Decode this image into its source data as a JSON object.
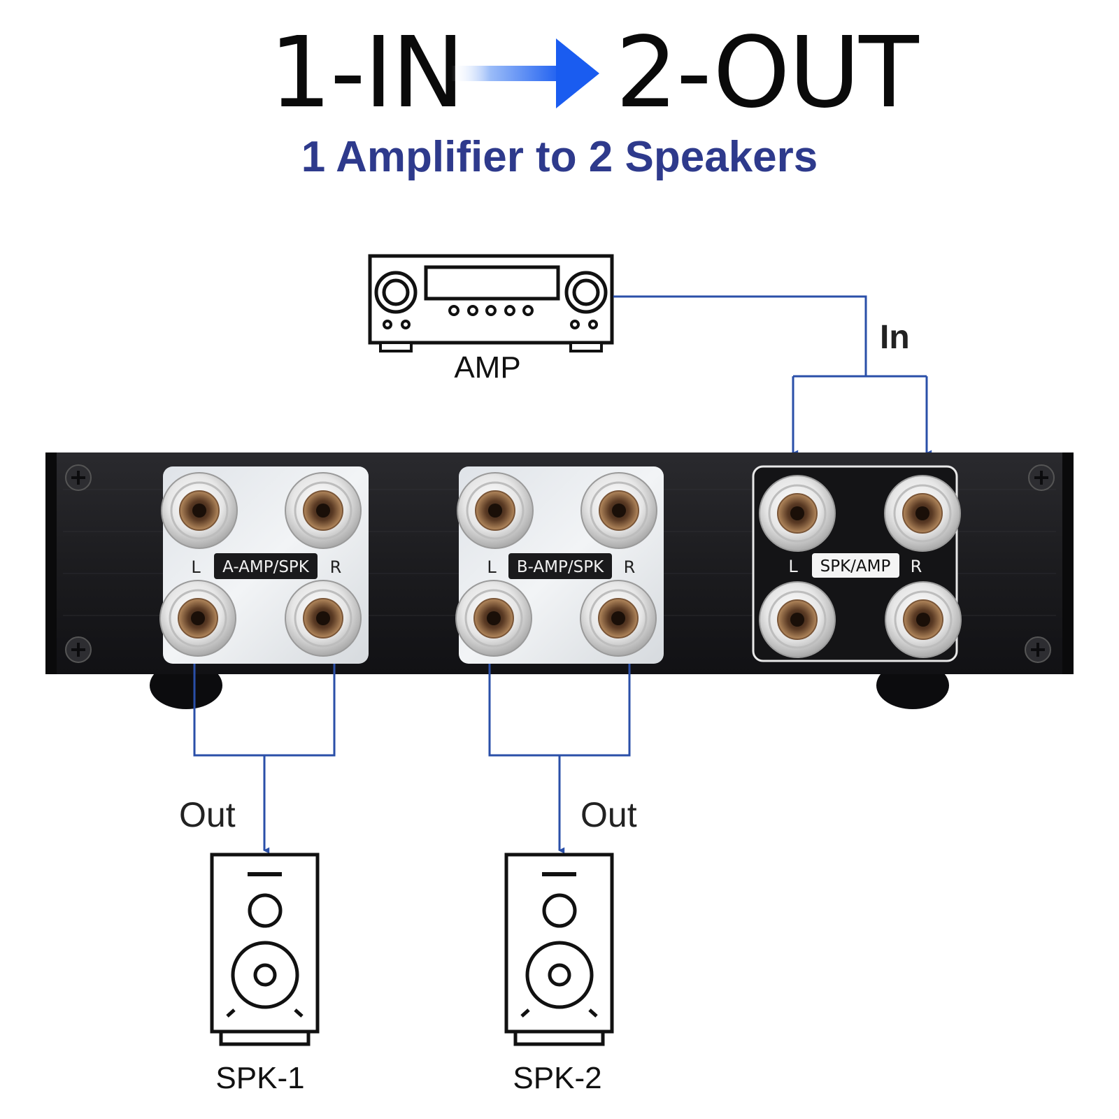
{
  "header": {
    "input_label": "1-IN",
    "output_label": "2-OUT",
    "subtitle": "1 Amplifier to 2 Speakers"
  },
  "colors": {
    "arrow_blue": "#1a5cf0",
    "wire_blue": "#2a4fa8",
    "subtitle_navy": "#2e3a8c",
    "chassis": "#1c1c1f"
  },
  "source": {
    "label": "AMP",
    "icon": "amplifier-icon"
  },
  "input_wire": {
    "label": "In"
  },
  "switch_box": {
    "panels": [
      {
        "name": "A-AMP/SPK",
        "left": "L",
        "right": "R",
        "style": "silver"
      },
      {
        "name": "B-AMP/SPK",
        "left": "L",
        "right": "R",
        "style": "silver"
      },
      {
        "name": "SPK/AMP",
        "left": "L",
        "right": "R",
        "style": "black"
      }
    ]
  },
  "outputs": [
    {
      "wire_label": "Out",
      "speaker_label": "SPK-1",
      "icon": "speaker-icon"
    },
    {
      "wire_label": "Out",
      "speaker_label": "SPK-2",
      "icon": "speaker-icon"
    }
  ]
}
